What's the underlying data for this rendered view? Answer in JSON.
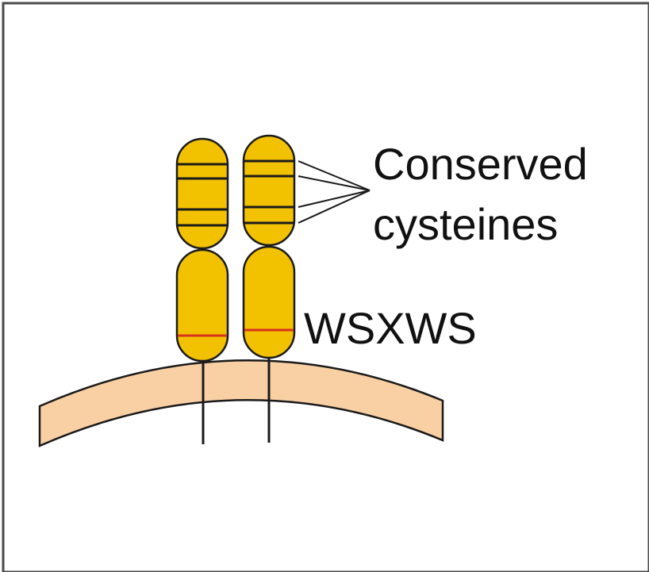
{
  "labels": {
    "conserved_line1": "Conserved",
    "conserved_line2": "cysteines",
    "motif": "WSXWS"
  },
  "colors": {
    "border": "#4a4a4a",
    "domain_fill": "#f2c100",
    "domain_stroke": "#1a1a1a",
    "membrane_fill": "#f9cfa4",
    "membrane_stroke": "#1a1a1a",
    "cysteine_band": "#1a1a1a",
    "wsxws_band": "#d8321f",
    "stalk": "#1a1a1a"
  }
}
